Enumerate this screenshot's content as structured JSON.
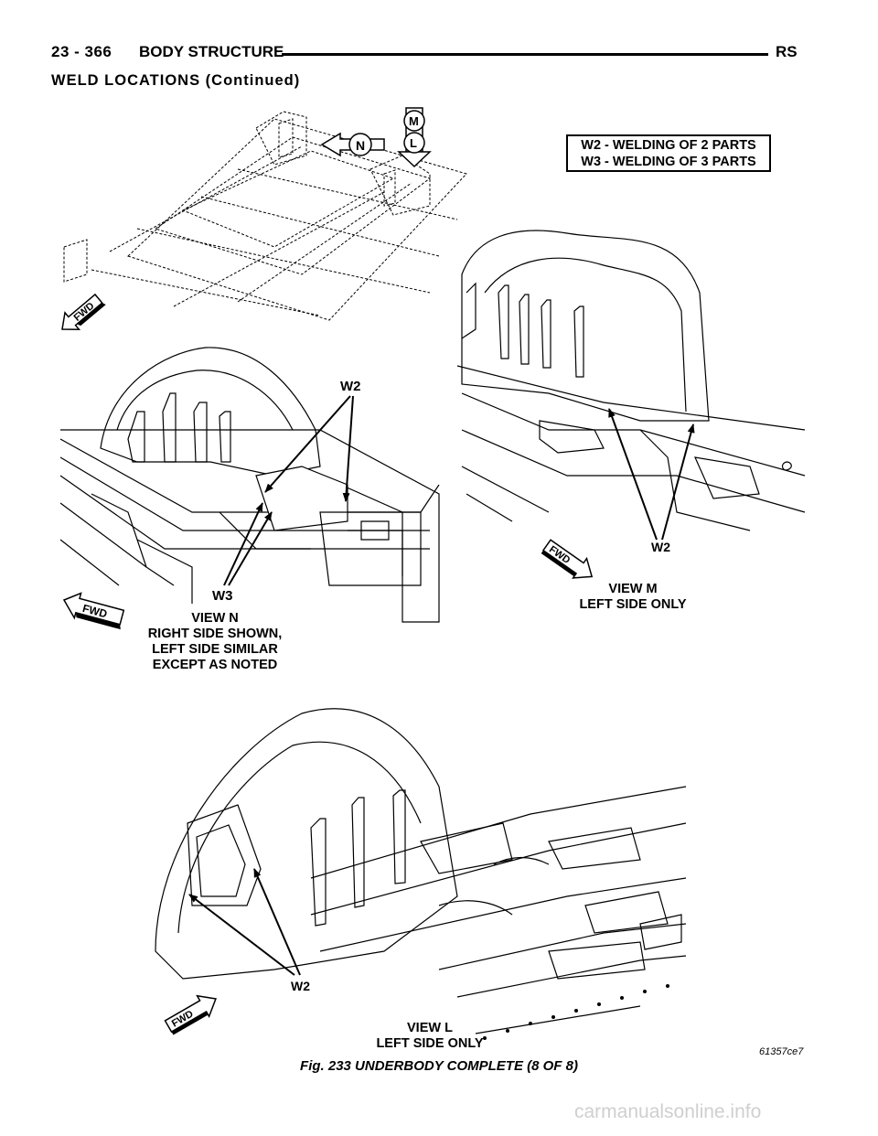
{
  "header": {
    "page_number": "23 - 366",
    "section": "BODY STRUCTURE",
    "code": "RS"
  },
  "section_title": "WELD LOCATIONS (Continued)",
  "legend": {
    "line1": "W2 - WELDING OF 2 PARTS",
    "line2": "W3 - WELDING OF 3 PARTS"
  },
  "view_markers": {
    "n": "N",
    "m": "M",
    "l": "L"
  },
  "fwd_label": "FWD",
  "view_n": {
    "w2": "W2",
    "w3": "W3",
    "caption_lines": [
      "VIEW N",
      "RIGHT SIDE SHOWN,",
      "LEFT SIDE SIMILAR",
      "EXCEPT AS NOTED"
    ]
  },
  "view_m": {
    "w2": "W2",
    "caption_lines": [
      "VIEW M",
      "LEFT SIDE ONLY"
    ]
  },
  "view_l": {
    "w2": "W2",
    "caption_lines": [
      "VIEW L",
      "LEFT SIDE ONLY"
    ]
  },
  "figure_code": "61357ce7",
  "figure_caption": "Fig. 233 UNDERBODY COMPLETE (8 OF 8)",
  "watermark": "carmanualsonline.info"
}
